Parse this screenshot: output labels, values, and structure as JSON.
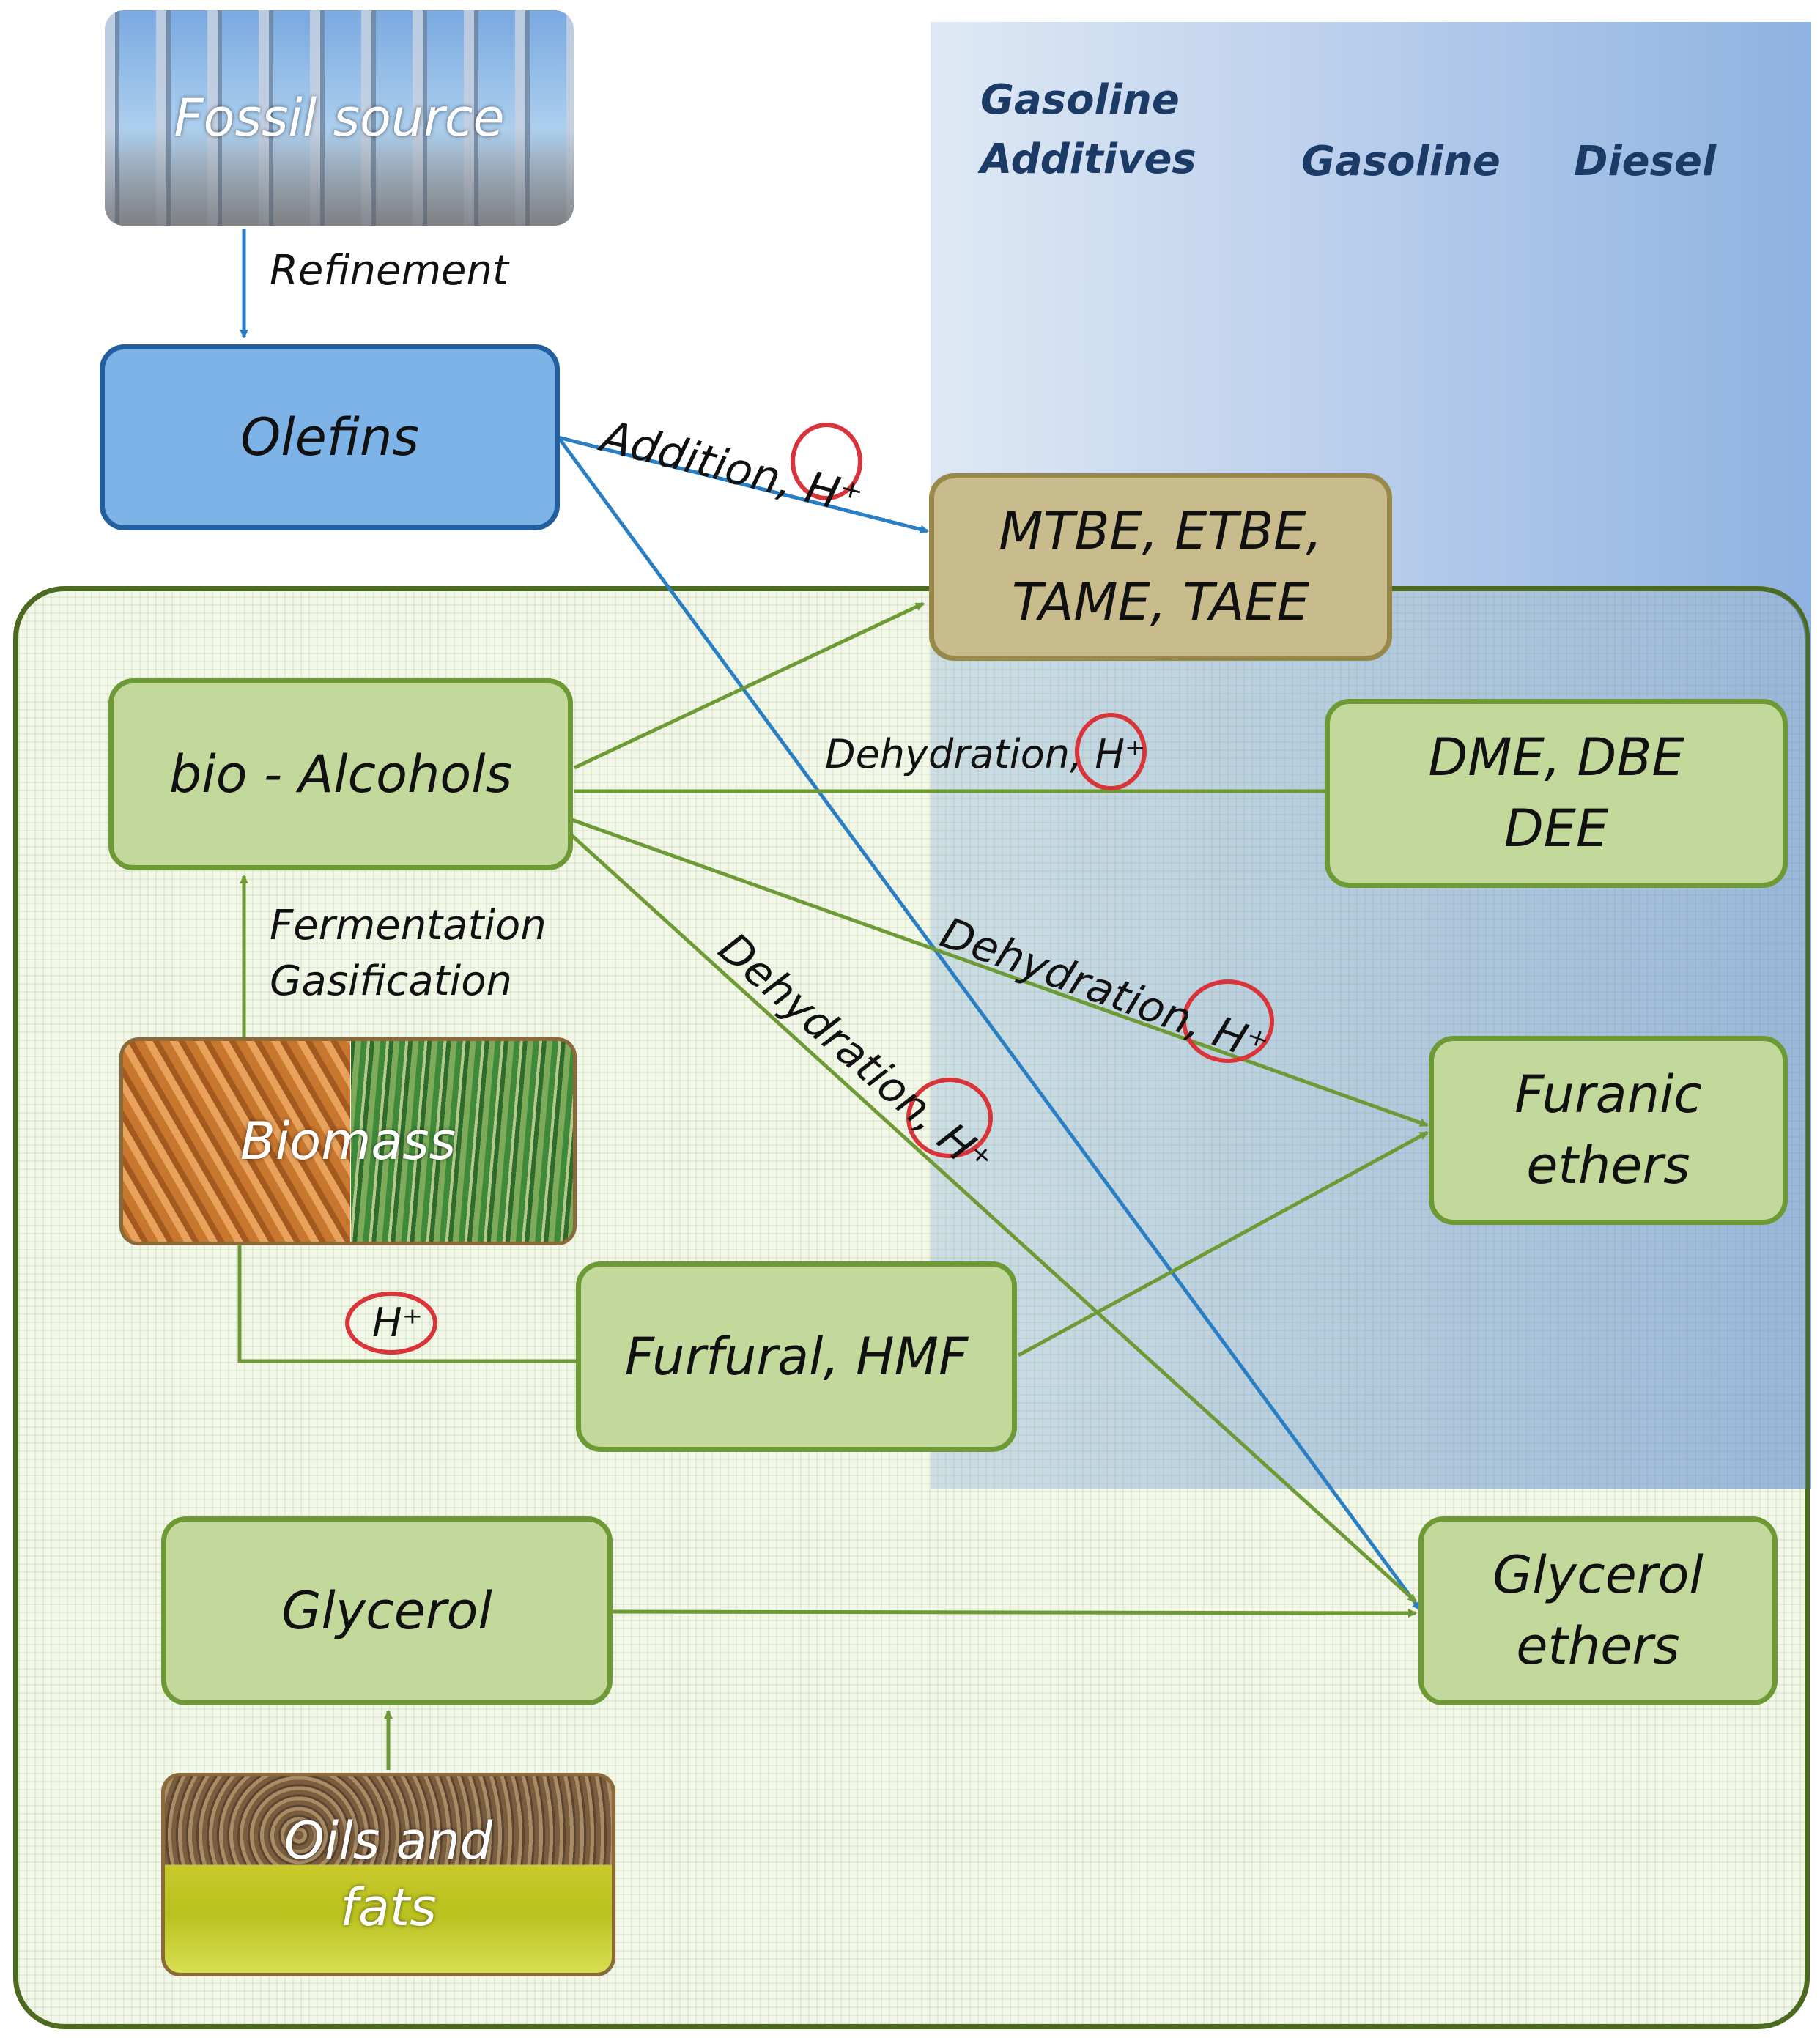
{
  "fuel_categories": {
    "additives": "Gasoline\nAdditives",
    "gasoline": "Gasoline",
    "diesel": "Diesel"
  },
  "sources": {
    "fossil": "Fossil source",
    "biomass": "Biomass",
    "oils": "Oils and\nfats"
  },
  "nodes": {
    "olefins": "Olefins",
    "mtbe": "MTBE, ETBE,\nTAME, TAEE",
    "alcohols": "bio - Alcohols",
    "dme": "DME, DBE\nDEE",
    "furanic": "Furanic\nethers",
    "furfural": "Furfural, HMF",
    "glycerol": "Glycerol",
    "glycerol_ethers": "Glycerol\nethers"
  },
  "edge_labels": {
    "refinement": "Refinement",
    "addition": "Addition, H⁺",
    "dehydration_dme": "Dehydration, H⁺",
    "dehydration_furanic": "Dehydration, H⁺",
    "dehydration_glycerol": "Dehydration, H⁺",
    "fermentation": "Fermentation\nGasification",
    "acid": "H⁺"
  },
  "colors": {
    "green_arrow": "#6e9a35",
    "blue_arrow": "#2a7fc4",
    "acid_circle": "#d9343a"
  }
}
